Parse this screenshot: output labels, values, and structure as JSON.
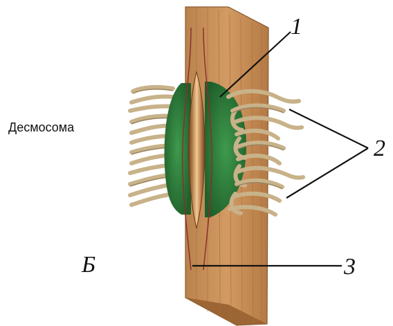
{
  "labels": {
    "main_label": "Десмосома",
    "callout_1": "1",
    "callout_2": "2",
    "callout_3": "3",
    "panel_letter": "Б"
  },
  "colors": {
    "membrane_wood": "#c9925b",
    "membrane_dark": "#a86d3a",
    "plaque_green": "#2f7a3a",
    "filament_tan": "#c8b289",
    "filament_dark": "#9a8460",
    "lines": "#111111"
  }
}
